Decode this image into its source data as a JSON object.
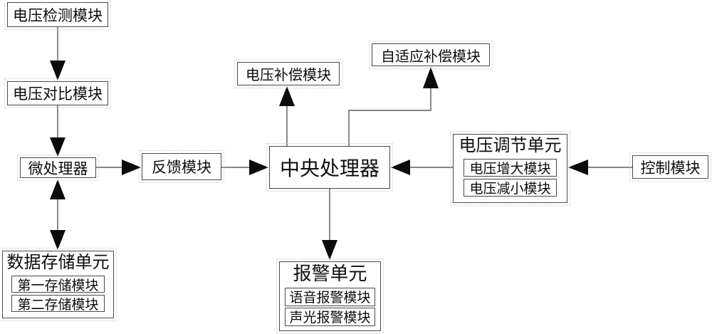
{
  "diagram": {
    "background_color": "#ffffff",
    "line_color": "#3d3d3d",
    "arrow_color": "#0b0b0b",
    "border_color": "#4a4a4a",
    "nodes": {
      "voltage_detection": "电压检测模块",
      "voltage_comparison": "电压对比模块",
      "microprocessor": "微处理器",
      "feedback_module": "反馈模块",
      "central_processor": "中央处理器",
      "voltage_compensation": "电压补偿模块",
      "adaptive_compensation": "自适应补偿模块",
      "control_module": "控制模块",
      "data_storage_unit": {
        "title": "数据存储单元",
        "modules": [
          "第一存储模块",
          "第二存储模块"
        ]
      },
      "voltage_regulation_unit": {
        "title": "电压调节单元",
        "modules": [
          "电压增大模块",
          "电压减小模块"
        ]
      },
      "alarm_unit": {
        "title": "报警单元",
        "modules": [
          "语音报警模块",
          "声光报警模块"
        ]
      }
    }
  }
}
